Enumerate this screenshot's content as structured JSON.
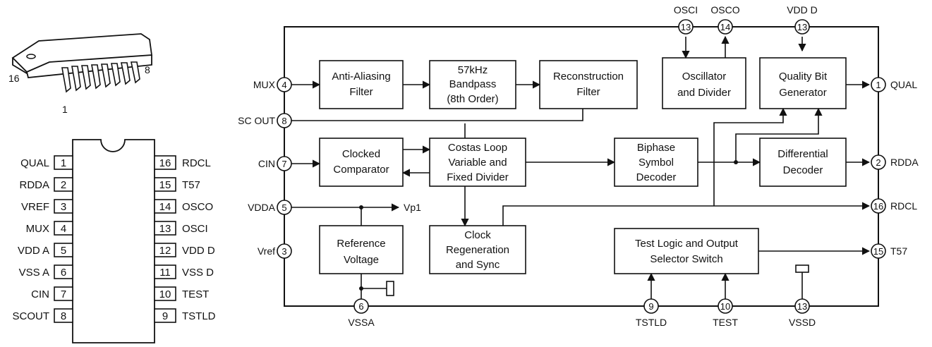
{
  "package": {
    "pin_first": "16",
    "pin_mid": "8",
    "pin_bottom": "1"
  },
  "dip": {
    "left_pins": [
      {
        "name": "QUAL",
        "num": "1"
      },
      {
        "name": "RDDA",
        "num": "2"
      },
      {
        "name": "VREF",
        "num": "3"
      },
      {
        "name": "MUX",
        "num": "4"
      },
      {
        "name": "VDD A",
        "num": "5"
      },
      {
        "name": "VSS A",
        "num": "6"
      },
      {
        "name": "CIN",
        "num": "7"
      },
      {
        "name": "SCOUT",
        "num": "8"
      }
    ],
    "right_pins": [
      {
        "name": "RDCL",
        "num": "16"
      },
      {
        "name": "T57",
        "num": "15"
      },
      {
        "name": "OSCO",
        "num": "14"
      },
      {
        "name": "OSCI",
        "num": "13"
      },
      {
        "name": "VDD D",
        "num": "12"
      },
      {
        "name": "VSS D",
        "num": "11"
      },
      {
        "name": "TEST",
        "num": "10"
      },
      {
        "name": "TSTLD",
        "num": "9"
      }
    ]
  },
  "blocks": {
    "anti_aliasing": [
      "Anti-Aliasing",
      "Filter"
    ],
    "bandpass": [
      "57kHz",
      "Bandpass",
      "(8th Order)"
    ],
    "reconstruction": [
      "Reconstruction",
      "Filter"
    ],
    "oscillator": [
      "Oscillator",
      "and Divider"
    ],
    "quality_bit": [
      "Quality Bit",
      "Generator"
    ],
    "clocked_comparator": [
      "Clocked",
      "Comparator"
    ],
    "costas": [
      "Costas Loop",
      "Variable and",
      "Fixed Divider"
    ],
    "biphase": [
      "Biphase",
      "Symbol",
      "Decoder"
    ],
    "differential": [
      "Differential",
      "Decoder"
    ],
    "clock_regen": [
      "Clock",
      "Regeneration",
      "and Sync"
    ],
    "reference": [
      "Reference",
      "Voltage"
    ],
    "test_logic": [
      "Test Logic and Output",
      "Selector Switch"
    ]
  },
  "pins": {
    "mux": {
      "label": "MUX",
      "num": "4"
    },
    "scout": {
      "label": "SC OUT",
      "num": "8"
    },
    "cin": {
      "label": "CIN",
      "num": "7"
    },
    "vdda": {
      "label": "VDDA",
      "num": "5"
    },
    "vref": {
      "label": "Vref",
      "num": "3"
    },
    "vssa": {
      "label": "VSSA",
      "num": "6"
    },
    "tstld": {
      "label": "TSTLD",
      "num": "9"
    },
    "test": {
      "label": "TEST",
      "num": "10"
    },
    "vssd": {
      "label": "VSSD",
      "num": "13"
    },
    "osci": {
      "label": "OSCI",
      "num": "13"
    },
    "osco": {
      "label": "OSCO",
      "num": "14"
    },
    "vddd": {
      "label": "VDD D",
      "num": "13"
    },
    "qual": {
      "label": "QUAL",
      "num": "1"
    },
    "rdda": {
      "label": "RDDA",
      "num": "2"
    },
    "rdcl": {
      "label": "RDCL",
      "num": "16"
    },
    "t57": {
      "label": "T57",
      "num": "15"
    }
  },
  "vp1": "Vp1"
}
